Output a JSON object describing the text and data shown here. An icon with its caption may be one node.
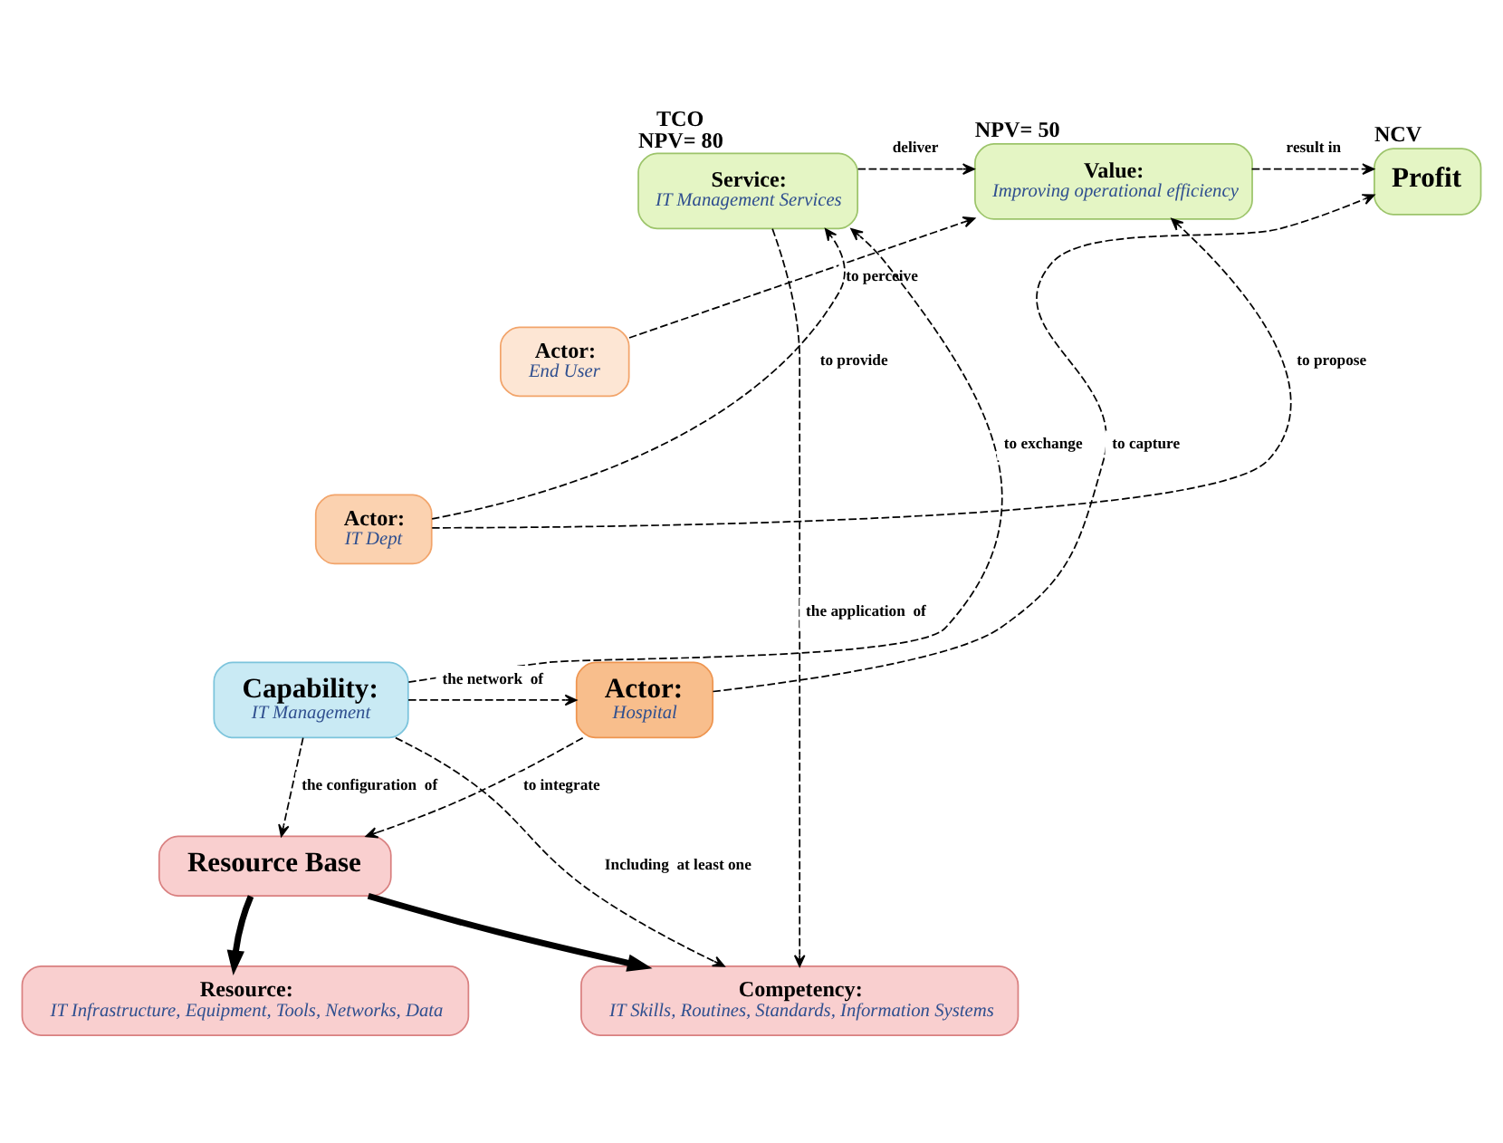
{
  "diagram": {
    "nodes": [
      {
        "text": [
          "Service:",
          "IT Management Services"
        ],
        "beside": [
          "TCO",
          "NPV= 80"
        ]
      },
      {
        "text": [
          "Value:",
          "Improving operational efficiency"
        ],
        "beside": [
          "NPV= 50"
        ]
      },
      {
        "text": [
          "Profit"
        ],
        "beside": [
          "NCV"
        ]
      },
      {
        "text": [
          "Actor:",
          "End User"
        ]
      },
      {
        "text": [
          "Actor:",
          "IT Dept"
        ]
      },
      {
        "text": [
          "Actor:",
          "Hospital"
        ]
      },
      {
        "text": [
          "Capability:",
          "IT Management"
        ]
      },
      {
        "text": [
          "Resource Base"
        ]
      },
      {
        "text": [
          "Resource:",
          "IT Infrastructure, Equipment, Tools, Networks, Data"
        ]
      },
      {
        "text": [
          "Competency:",
          "IT Skills, Routines, Standards, Information Systems"
        ]
      }
    ],
    "edges": [
      {
        "from": 6,
        "to": 0,
        "arrow": "to",
        "label": "to exchange",
        "style": "dashed"
      },
      {
        "from": 0,
        "to": 1,
        "arrow": "to",
        "label": "deliver",
        "style": "dashed"
      },
      {
        "from": 1,
        "to": 2,
        "arrow": "to",
        "label": "result in",
        "style": "dashed"
      },
      {
        "from": 3,
        "to": 1,
        "arrow": "to",
        "label": "to perceive",
        "style": "dashed"
      },
      {
        "from": 4,
        "to": 1,
        "arrow": "to",
        "label": "to propose",
        "style": "dashed"
      },
      {
        "from": 4,
        "to": 0,
        "arrow": "to",
        "label": "to provide",
        "style": "dashed"
      },
      {
        "from": 5,
        "to": 2,
        "arrow": "to",
        "label": "to capture",
        "style": "dashed"
      },
      {
        "from": 6,
        "to": 5,
        "arrow": "to",
        "label": "the network  of",
        "style": "dashed"
      },
      {
        "from": 5,
        "to": 7,
        "arrow": "to",
        "label": "to integrate",
        "style": "dashed"
      },
      {
        "from": 6,
        "to": 7,
        "arrow": "to",
        "label": "the configuration  of",
        "style": "dashed"
      },
      {
        "from": 6,
        "to": 9,
        "arrow": "to",
        "label": "Including  at least one",
        "style": "dashed"
      },
      {
        "from": 0,
        "to": 9,
        "arrow": "to",
        "label": "the application  of",
        "style": "dashed"
      },
      {
        "from": 7,
        "to": 8,
        "arrow": "to",
        "style": "thick"
      },
      {
        "from": 7,
        "to": 9,
        "arrow": "to",
        "style": "thick"
      }
    ]
  }
}
